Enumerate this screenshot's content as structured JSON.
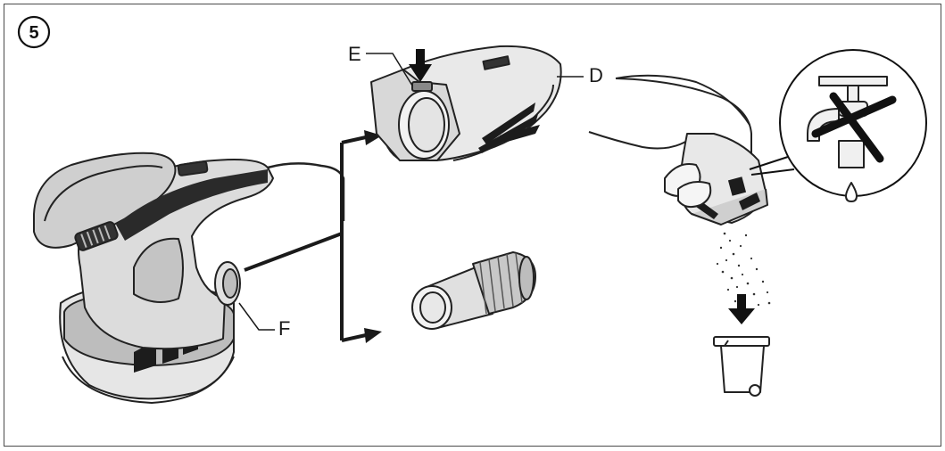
{
  "step": {
    "number": "5"
  },
  "labels": {
    "D": "D",
    "E": "E",
    "F": "F"
  },
  "icons": [
    "sander-icon",
    "dust-canister-icon",
    "adapter-tube-icon",
    "hand-emptying-icon",
    "no-water-tap-icon",
    "waste-bin-icon",
    "down-arrow-icon"
  ]
}
